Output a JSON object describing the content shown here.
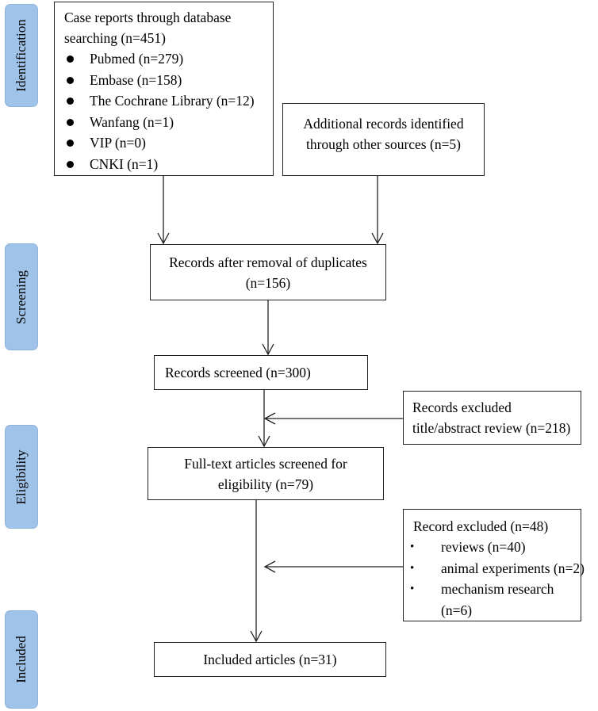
{
  "stages": [
    {
      "id": "identification",
      "label": "Identification"
    },
    {
      "id": "screening",
      "label": "Screening"
    },
    {
      "id": "eligibility",
      "label": "Eligibility"
    },
    {
      "id": "included",
      "label": "Included"
    }
  ],
  "database_search": {
    "title_line1": "Case reports through database",
    "title_line2": "searching (n=451)",
    "sources": [
      "Pubmed (n=279)",
      "Embase (n=158)",
      "The Cochrane Library (n=12)",
      "Wanfang (n=1)",
      "VIP (n=0)",
      "CNKI (n=1)"
    ]
  },
  "other_sources": {
    "line1": "Additional records identified",
    "line2": "through other sources (n=5)"
  },
  "after_duplicates": {
    "line1": "Records after removal of duplicates",
    "line2": "(n=156)"
  },
  "screened": {
    "line1": "Records screened (n=300)"
  },
  "excluded_screening": {
    "line1": "Records excluded",
    "line2": "title/abstract review (n=218)"
  },
  "full_text": {
    "line1": "Full-text articles screened for",
    "line2": "eligibility (n=79)"
  },
  "excluded_eligibility": {
    "title": "Record excluded (n=48)",
    "bullet_char": "•",
    "items": [
      "reviews (n=40)",
      "animal experiments (n=2)",
      "mechanism research"
    ],
    "continuation": "(n=6)"
  },
  "included": {
    "line1": "Included articles (n=31)"
  },
  "colors": {
    "stage_fill": "#9fc3e9",
    "line": "#222222"
  }
}
